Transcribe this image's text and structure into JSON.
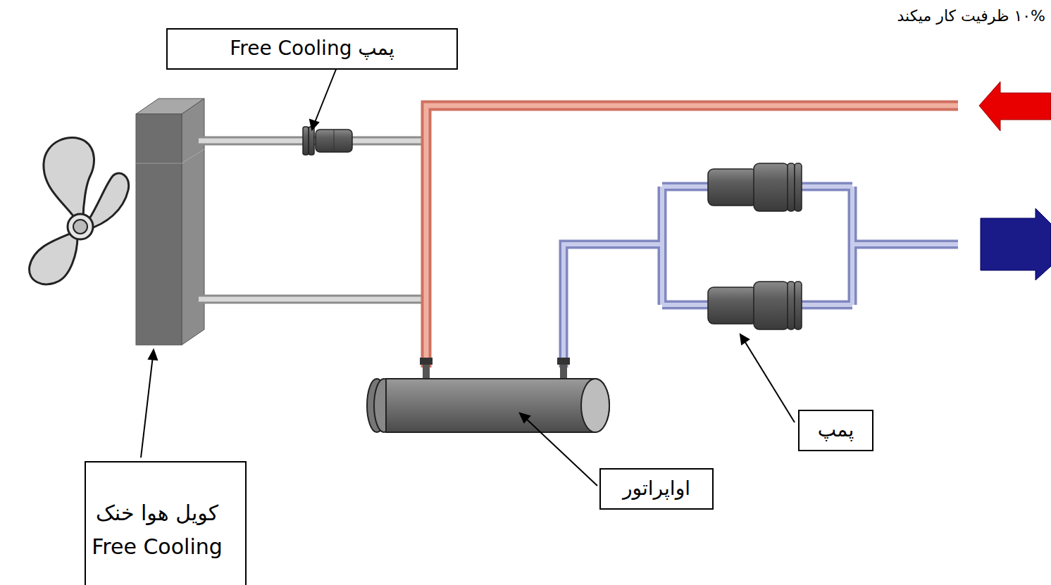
{
  "diagram": {
    "nodes": [
      {
        "text": [
          "پمپ Free Cooling"
        ]
      },
      {
        "text": [
          "کویل هوا خنک Free Cooling"
        ]
      },
      {
        "text": [
          "اواپراتور"
        ]
      },
      {
        "text": [
          "پمپ"
        ]
      }
    ],
    "labels": [
      "۱۰% ظرفیت کار میکند"
    ]
  }
}
